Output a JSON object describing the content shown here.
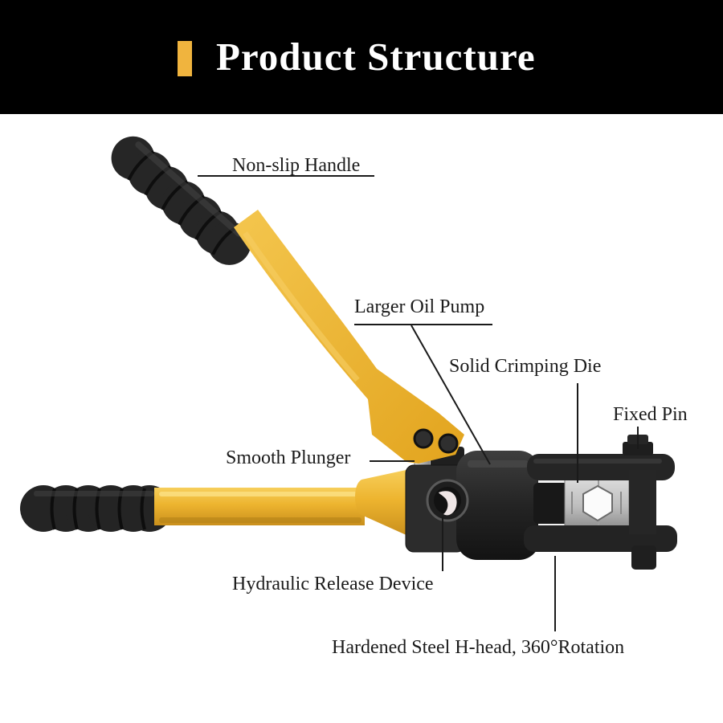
{
  "header": {
    "title": "Product Structure",
    "background_color": "#000000",
    "accent_color": "#F0B43E",
    "title_color": "#FFFFFF"
  },
  "labels": {
    "non_slip_handle": "Non-slip Handle",
    "larger_oil_pump": "Larger Oil Pump",
    "solid_crimping_die": "Solid Crimping Die",
    "fixed_pin": "Fixed Pin",
    "smooth_plunger": "Smooth Plunger",
    "hydraulic_release_device": "Hydraulic Release Device",
    "hardened_steel_h_head": "Hardened Steel H-head, 360°Rotation"
  },
  "tool": {
    "name": "hydraulic crimping tool",
    "body_yellow": "#ECB22E",
    "body_black": "#242424",
    "die_silver": "#C0C0C0",
    "label_text_color": "#1B1B1B",
    "leader_line_color": "#1A1A1A",
    "background": "#FFFFFF"
  }
}
